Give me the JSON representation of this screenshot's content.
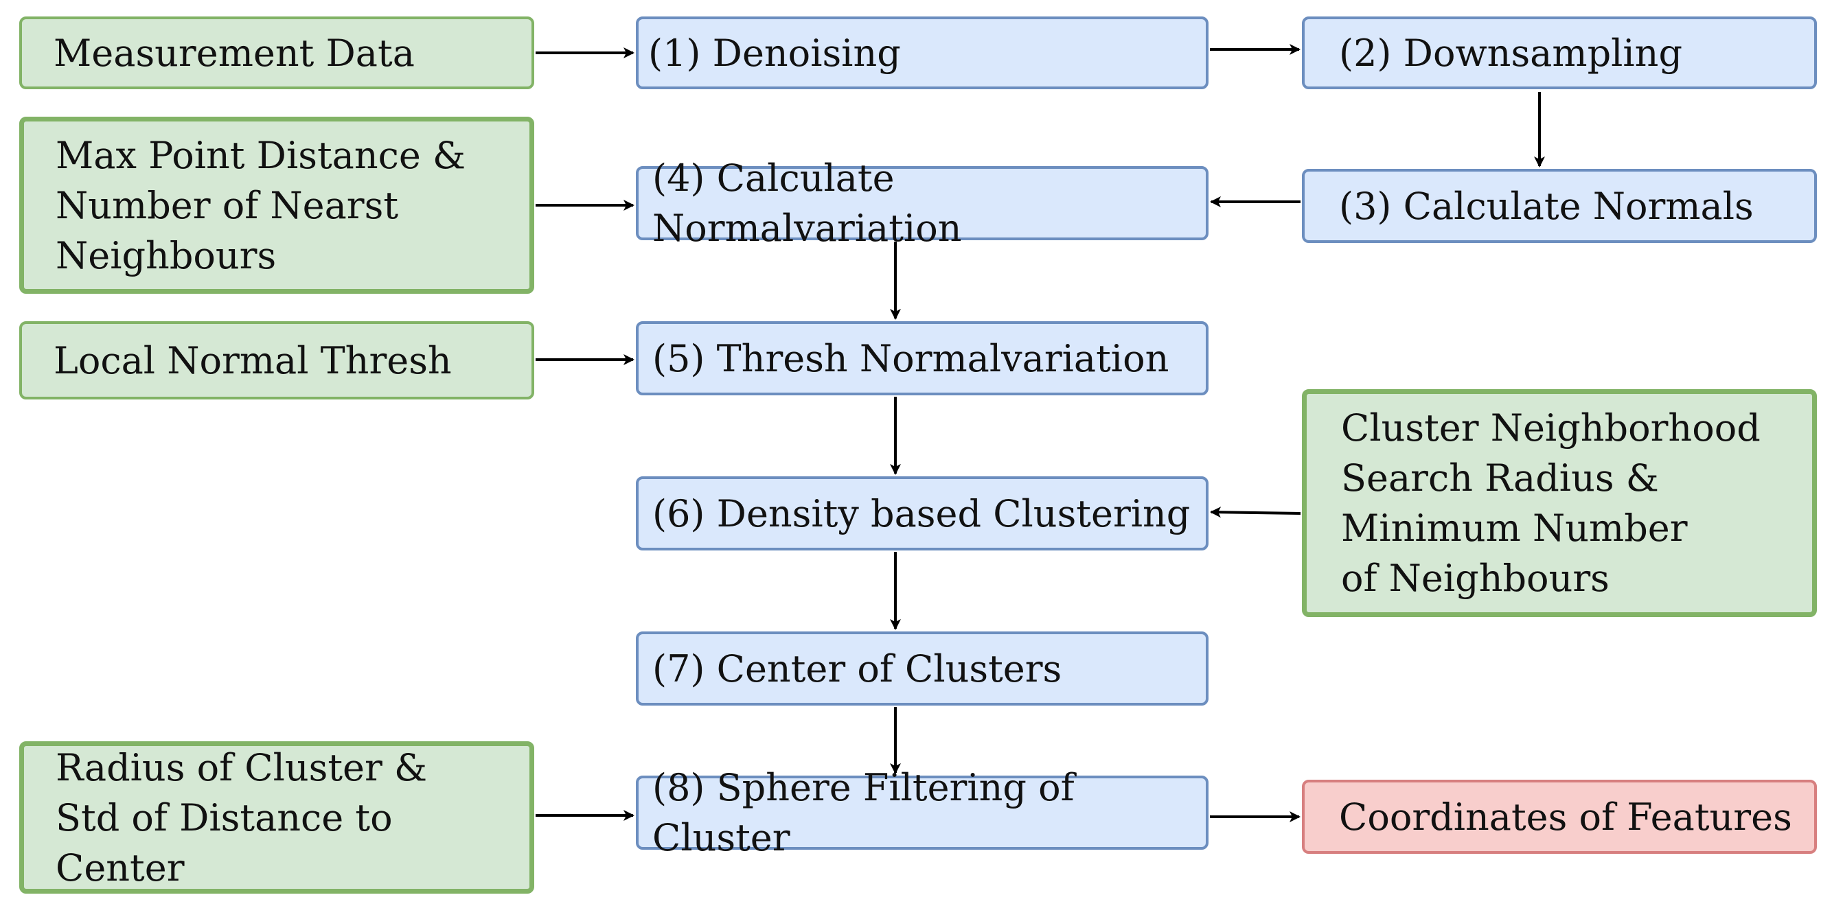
{
  "inputs": {
    "measurement_data": "Measurement Data",
    "max_point_distance": "Max Point Distance &\nNumber of Nearst\nNeighbours",
    "local_normal_thresh": "Local Normal Thresh",
    "cluster_params": "Cluster Neighborhood\nSearch Radius &\nMinimum Number\nof Neighbours",
    "sphere_params": "Radius of Cluster &\nStd of Distance to Center"
  },
  "steps": {
    "s1": "(1) Denoising",
    "s2": "(2) Downsampling",
    "s3": "(3) Calculate Normals",
    "s4": "(4) Calculate Normalvariation",
    "s5": "(5) Thresh Normalvariation",
    "s6": "(6) Density based Clustering",
    "s7": "(7) Center of Clusters",
    "s8": "(8) Sphere Filtering of Cluster"
  },
  "output": {
    "coordinates": "Coordinates of Features"
  },
  "colors": {
    "input_fill": "#d5e8d4",
    "input_border": "#82b366",
    "step_fill": "#dae8fc",
    "step_border": "#6c8ebf",
    "output_fill": "#f8cecc",
    "output_border": "#d77f7f"
  }
}
